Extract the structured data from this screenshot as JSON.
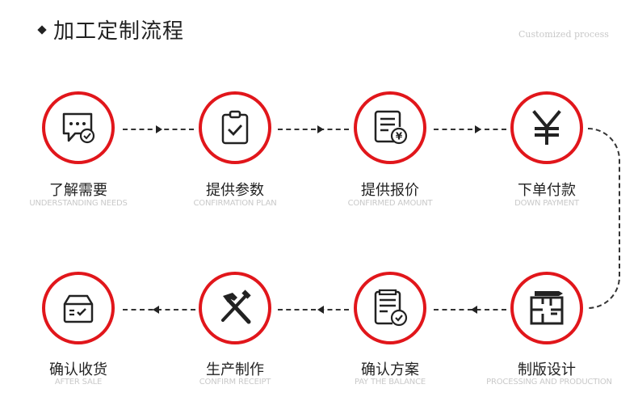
{
  "header": {
    "title": "加工定制流程",
    "subtitle": "Customized process"
  },
  "steps": [
    {
      "cn": "了解需要",
      "en": "UNDERSTANDING NEEDS",
      "icon": "chat-check-icon"
    },
    {
      "cn": "提供参数",
      "en": "CONFIRMATION PLAN",
      "icon": "clipboard-check-icon"
    },
    {
      "cn": "提供报价",
      "en": "CONFIRMED AMOUNT",
      "icon": "invoice-yen-icon"
    },
    {
      "cn": "下单付款",
      "en": "DOWN PAYMENT",
      "icon": "yen-icon"
    },
    {
      "cn": "制版设计",
      "en": "PROCESSING AND PRODUCTION",
      "icon": "floorplan-pencil-icon"
    },
    {
      "cn": "确认方案",
      "en": "PAY THE BALANCE",
      "icon": "document-check-icon"
    },
    {
      "cn": "生产制作",
      "en": "CONFIRM RECEIPT",
      "icon": "hammer-screwdriver-icon"
    },
    {
      "cn": "确认收货",
      "en": "AFTER SALE",
      "icon": "box-check-icon"
    }
  ],
  "colors": {
    "accent": "#e1161b",
    "text": "#222222",
    "muted": "#c9c9c9"
  }
}
